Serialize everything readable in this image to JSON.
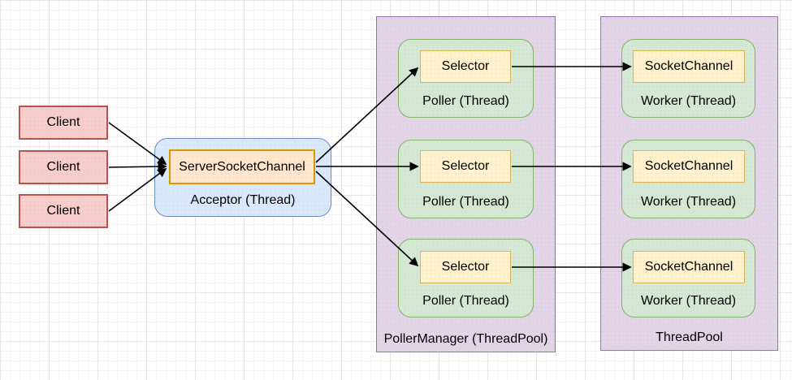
{
  "colors": {
    "client-fill": "#f8cecc",
    "client-border": "#b85450",
    "acceptor-fill": "#dae8fc",
    "acceptor-border": "#6c8ebf",
    "channel-fill": "#ffe6cc",
    "channel-border": "#d79b00",
    "selector-fill": "#fff2cc",
    "selector-border": "#d6b656",
    "thread-fill": "#d5e8d4",
    "thread-border": "#82b366",
    "pool-fill": "#e1d5e7",
    "pool-border": "#9673a6",
    "arrow": "#000000"
  },
  "clients": [
    {
      "label": "Client"
    },
    {
      "label": "Client"
    },
    {
      "label": "Client"
    }
  ],
  "acceptor": {
    "label": "Acceptor (Thread)",
    "channel": "ServerSocketChannel"
  },
  "poller_manager": {
    "label": "PollerManager (ThreadPool)",
    "pollers": [
      {
        "label": "Poller (Thread)",
        "selector": "Selector"
      },
      {
        "label": "Poller (Thread)",
        "selector": "Selector"
      },
      {
        "label": "Poller (Thread)",
        "selector": "Selector"
      }
    ]
  },
  "thread_pool": {
    "label": "ThreadPool",
    "workers": [
      {
        "label": "Worker (Thread)",
        "channel": "SocketChannel"
      },
      {
        "label": "Worker (Thread)",
        "channel": "SocketChannel"
      },
      {
        "label": "Worker (Thread)",
        "channel": "SocketChannel"
      }
    ]
  }
}
